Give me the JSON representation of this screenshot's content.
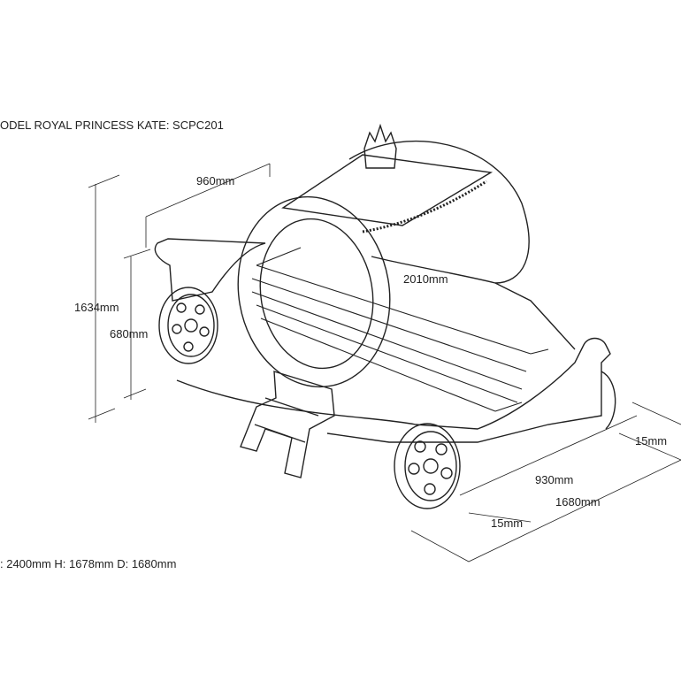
{
  "title": "ODEL ROYAL PRINCESS KATE: SCPC201",
  "overall": ": 2400mm H: 1678mm D: 1680mm",
  "dimensions": {
    "top_width": "960mm",
    "total_height": "1634mm",
    "side_height": "680mm",
    "length": "2010mm",
    "right_gap": "15mm",
    "inner_width": "930mm",
    "outer_width": "1680mm",
    "left_gap": "15mm"
  },
  "colors": {
    "line": "#222222",
    "background": "#ffffff"
  }
}
